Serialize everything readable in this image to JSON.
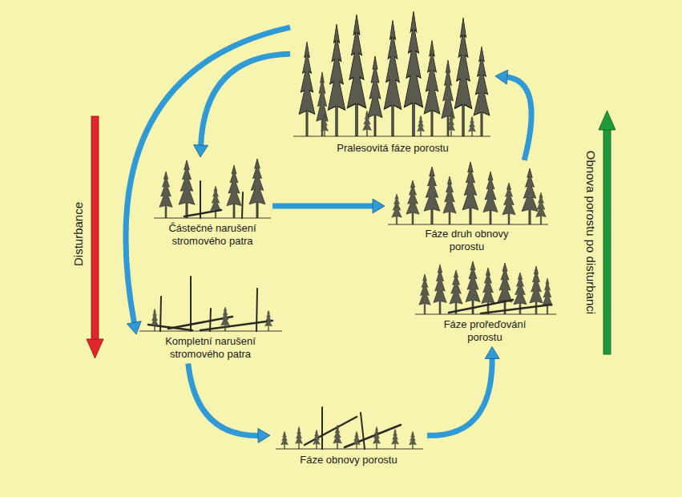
{
  "diagram": {
    "nodes": [
      {
        "text": [
          "Pralesovitá fáze porostu"
        ]
      },
      {
        "text": [
          "Částečné narušení stromového patra"
        ]
      },
      {
        "text": [
          "Fáze druh obnovy porostu"
        ]
      },
      {
        "text": [
          "Kompletní narušení stromového patra"
        ]
      },
      {
        "text": [
          "Fáze prořeďování porostu"
        ]
      },
      {
        "text": [
          "Fáze obnovy porostu"
        ]
      }
    ],
    "edges": [
      {
        "from": 0,
        "to": 1,
        "arrow": "to"
      },
      {
        "from": 0,
        "to": 3,
        "arrow": "to"
      },
      {
        "from": 1,
        "to": 2,
        "arrow": "to"
      },
      {
        "from": 3,
        "to": 5,
        "arrow": "to"
      },
      {
        "from": 5,
        "to": 4,
        "arrow": "to"
      },
      {
        "from": 2,
        "to": 0,
        "arrow": "to"
      }
    ],
    "labels": [
      "Disturbance",
      "Obnova porostu po disturbanci"
    ]
  }
}
